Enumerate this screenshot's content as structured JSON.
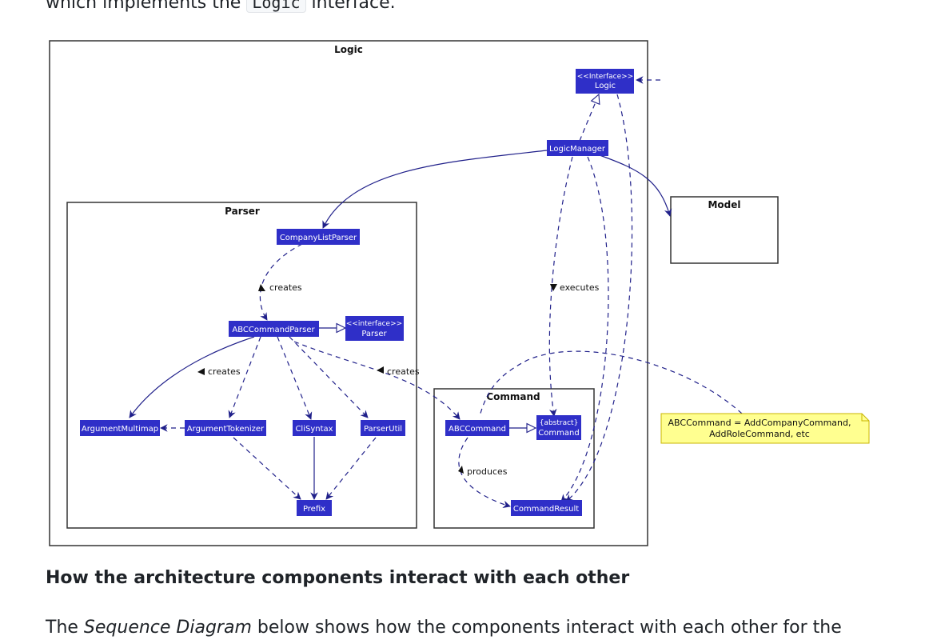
{
  "intro": {
    "before": "which implements the ",
    "code": "Logic",
    "after": " interface."
  },
  "diagram": {
    "packages": {
      "logic": "Logic",
      "parser": "Parser",
      "command": "Command",
      "model": "Model"
    },
    "classes": {
      "logic_interface_stereo": "<<Interface>>",
      "logic_interface_name": "Logic",
      "logic_manager": "LogicManager",
      "company_list_parser": "CompanyListParser",
      "abc_command_parser": "ABCCommandParser",
      "parser_interface_stereo": "<<interface>>",
      "parser_interface_name": "Parser",
      "argument_multimap": "ArgumentMultimap",
      "argument_tokenizer": "ArgumentTokenizer",
      "cli_syntax": "CliSyntax",
      "parser_util": "ParserUtil",
      "prefix": "Prefix",
      "abc_command": "ABCCommand",
      "abstract_command_stereo": "{abstract}",
      "abstract_command_name": "Command",
      "command_result": "CommandResult"
    },
    "labels": {
      "creates_1": "creates",
      "creates_2": "creates",
      "creates_3": "creates",
      "executes": "executes",
      "produces": "produces"
    },
    "note": {
      "line1": "ABCCommand = AddCompanyCommand,",
      "line2": "AddRoleCommand, etc"
    },
    "colors": {
      "class_fill": "#2f2fc8",
      "line": "#20208a",
      "note_fill": "#ffff90",
      "note_border": "#c8b400"
    }
  },
  "section": {
    "heading": "How the architecture components interact with each other",
    "para_before": "The ",
    "para_em": "Sequence Diagram",
    "para_after": " below shows how the components interact with each other for the"
  }
}
